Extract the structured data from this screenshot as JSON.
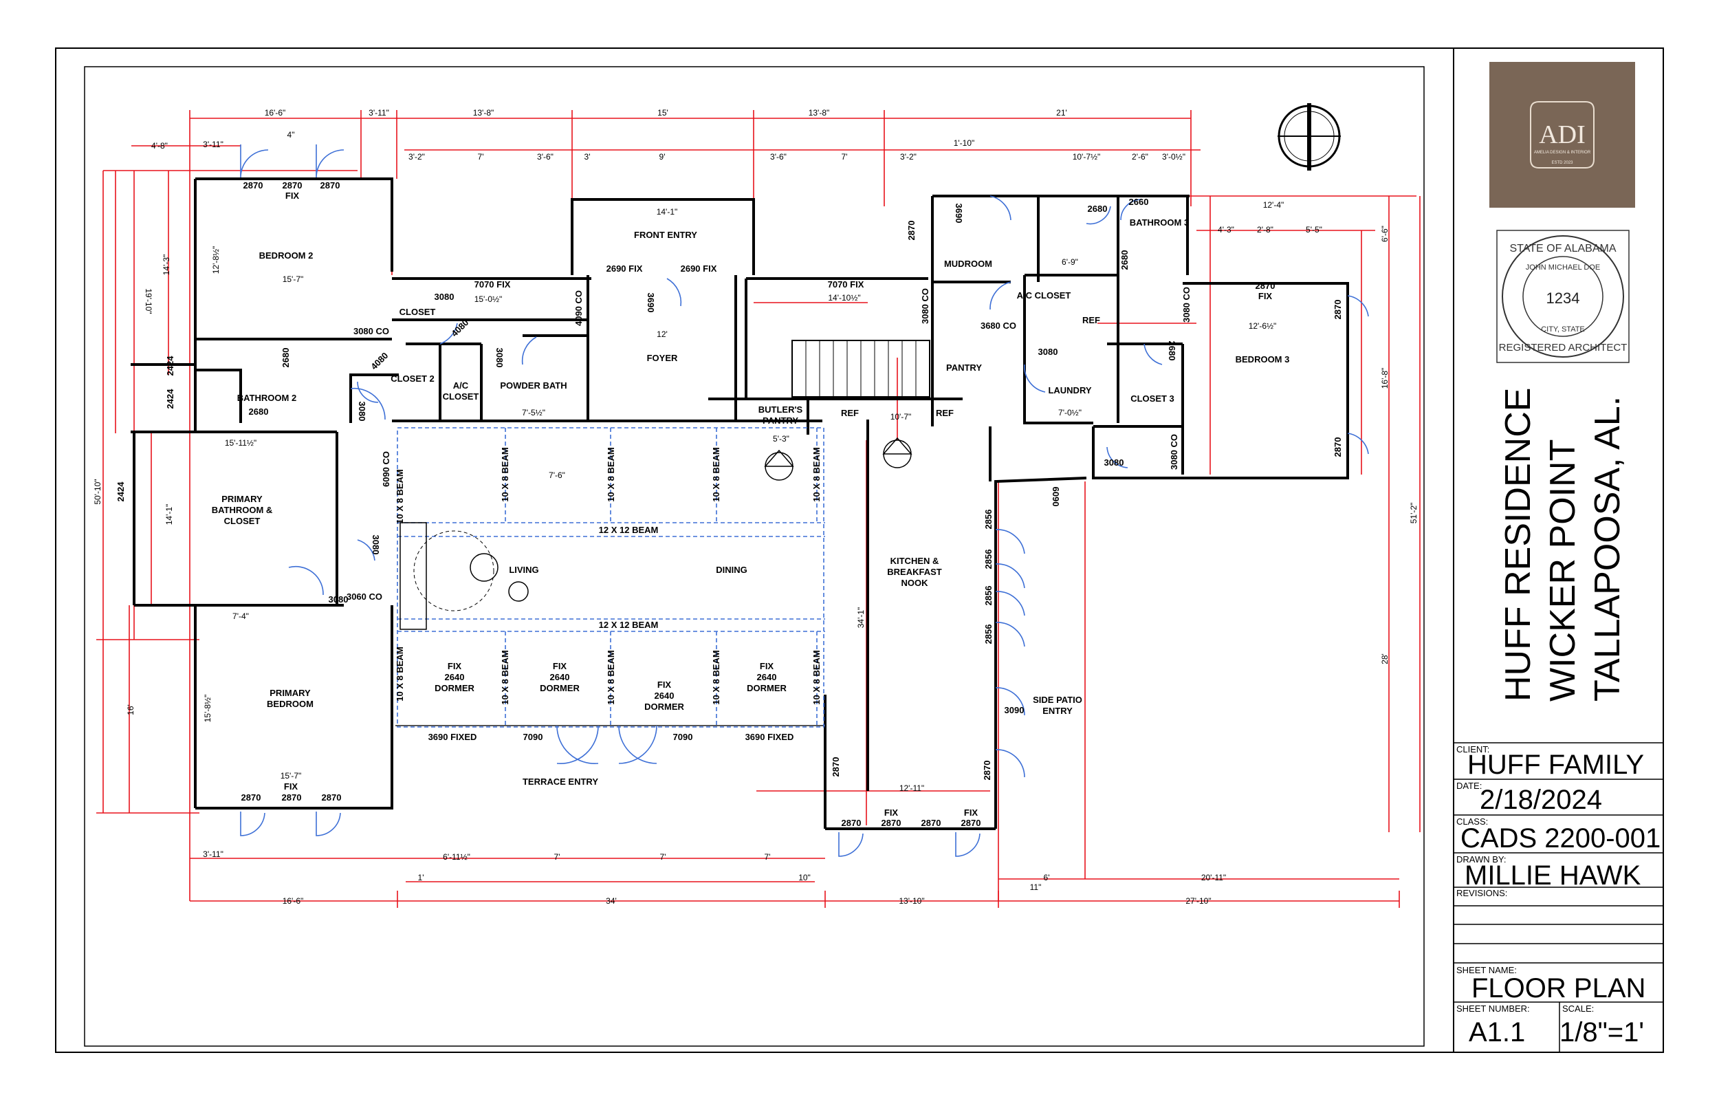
{
  "project": {
    "title_lines": [
      "HUFF RESIDENCE",
      "WICKER POINT",
      "TALLAPOOSA, AL."
    ]
  },
  "logo": {
    "text": "ADI",
    "subtext": "AMELIA DESIGN & INTERIOR",
    "estd": "ESTD 2023"
  },
  "stamp": {
    "outer_top": "STATE OF ALABAMA",
    "outer_bottom": "REGISTERED ARCHITECT",
    "inner_top": "JOHN MICHAEL DOE",
    "inner_bottom": "CITY, STATE",
    "number": "1234"
  },
  "title_block": {
    "client_label": "CLIENT:",
    "client": "HUFF FAMILY",
    "date_label": "DATE:",
    "date": "2/18/2024",
    "class_label": "CLASS:",
    "class": "CADS 2200-001",
    "drawn_label": "DRAWN BY:",
    "drawn": "MILLIE HAWK",
    "revisions_label": "REVISIONS:",
    "sheet_name_label": "SHEET NAME:",
    "sheet_name": "FLOOR PLAN",
    "sheet_number_label": "SHEET NUMBER:",
    "sheet_number": "A1.1",
    "scale_label": "SCALE:",
    "scale": "1/8\"=1'"
  },
  "rooms": {
    "bedroom2": "BEDROOM 2",
    "bathroom2": "BATHROOM 2",
    "primary_bath": [
      "PRIMARY",
      "BATHROOM &",
      "CLOSET"
    ],
    "primary_bedroom": [
      "PRIMARY",
      "BEDROOM"
    ],
    "closet": "CLOSET",
    "closet2": "CLOSET 2",
    "ac_closet": [
      "A/C",
      "CLOSET"
    ],
    "powder_bath": "POWDER BATH",
    "front_entry": "FRONT ENTRY",
    "foyer": "FOYER",
    "butlers_pantry": [
      "BUTLER'S",
      "PANTRY"
    ],
    "living": "LIVING",
    "dining": "DINING",
    "kitchen": [
      "KITCHEN &",
      "BREAKFAST",
      "NOOK"
    ],
    "mudroom": "MUDROOM",
    "ac_closet2": "A/C CLOSET",
    "pantry": "PANTRY",
    "laundry": "LAUNDRY",
    "bathroom3": "BATHROOM 3",
    "closet3": "CLOSET 3",
    "bedroom3": "BEDROOM 3",
    "side_patio": [
      "SIDE PATIO",
      "ENTRY"
    ],
    "terrace_entry": "TERRACE ENTRY"
  },
  "labels": {
    "beam12a": "12 X 12 BEAM",
    "beam12b": "12 X 12 BEAM",
    "beam10": "10 X 8 BEAM",
    "dormer": [
      "FIX",
      "2640",
      "DORMER"
    ],
    "fixed3690": "3690 FIXED",
    "d7090": "7090",
    "w2870": "2870",
    "fix": "FIX",
    "w7070": "7070 FIX",
    "w2690": "2690 FIX",
    "d3080": "3080",
    "d3080co": "3080 CO",
    "d3060co": "3060 CO",
    "d3680co": "3680 CO",
    "d6090co": "6090 CO",
    "d4090co": "4090 CO",
    "d3690": "3690",
    "d3090": "3090",
    "d2680": "2680",
    "d2660": "2660",
    "d2856": "2856",
    "d0609": "0609",
    "ref": "REF",
    "d4080": "4080",
    "w2424": "2424"
  },
  "dims_top": [
    "16'-6\"",
    "3'-11\"",
    "13'-8\"",
    "15'",
    "13'-8\"",
    "21'"
  ],
  "dims_bottom": [
    "16'-6\"",
    "34'",
    "13'-10\"",
    "27'-10\""
  ],
  "dims_misc": {
    "d1": "4'-8\"",
    "d2": "3'-11\"",
    "d3": "4\"",
    "d4": "3'-2\"",
    "d5": "7'",
    "d6": "3'-6\"",
    "d7": "3'",
    "d8": "9'",
    "d9": "3'-6\"",
    "d10": "7'",
    "d11": "3'-2\"",
    "d12": "1'-10\"",
    "d13": "10'-7½\"",
    "d14": "2'-6\"",
    "d15": "3'-0½\"",
    "d16": "12'-4\"",
    "d17": "4'-3\"",
    "d18": "2'-8\"",
    "d19": "5'-5\"",
    "d20": "14'-1\"",
    "d21": "15'-7\"",
    "d22": "15'-0½\"",
    "d23": "12'",
    "d24": "14'-10½\"",
    "d25": "12'-6½\"",
    "d26": "15'-11½\"",
    "d27": "7'-6\"",
    "d28": "10'-7\"",
    "d29": "7'-4\"",
    "d30": "15'-7\"",
    "d31": "3'-11\"",
    "d32": "6'-11½\"",
    "d33": "7'",
    "d34": "7'",
    "d35": "7'",
    "d36": "12'-11\"",
    "d37": "20'-11\"",
    "d38": "51'-2\"",
    "d39": "50'-10\"",
    "d40": "28'",
    "d41": "34'-1\"",
    "d42": "16'",
    "d43": "14'-1\"",
    "d44": "15'-8½\"",
    "d45": "16'-8\"",
    "d46": "6'-6\"",
    "d47": "11\"",
    "d48": "6'",
    "d49": "10\"",
    "d50": "1'",
    "d51": "5'-3\"",
    "d52": "7'-5½\"",
    "d53": "7'-0½\"",
    "d54": "6'-9\"",
    "d55": "12'-8½\"",
    "d56": "14'-3\"",
    "d57": "19'-10\""
  }
}
